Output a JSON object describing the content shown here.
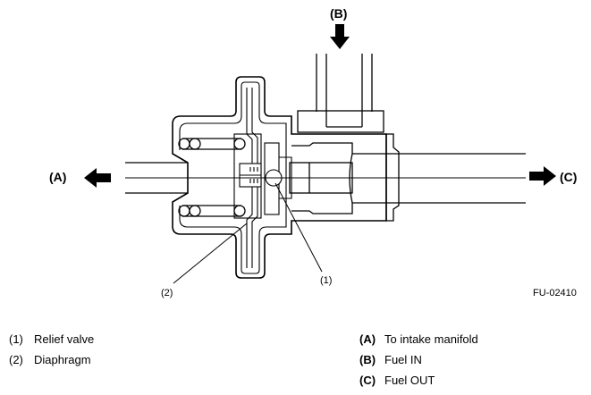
{
  "callouts": {
    "a": "(A)",
    "b": "(B)",
    "c": "(C)",
    "n1": "(1)",
    "n2": "(2)"
  },
  "figure_id": "FU-02410",
  "legend_left": [
    {
      "key": "(1)",
      "text": "Relief valve"
    },
    {
      "key": "(2)",
      "text": "Diaphragm"
    }
  ],
  "legend_right": [
    {
      "key": "(A)",
      "text": "To intake manifold"
    },
    {
      "key": "(B)",
      "text": "Fuel IN"
    },
    {
      "key": "(C)",
      "text": "Fuel OUT"
    }
  ]
}
